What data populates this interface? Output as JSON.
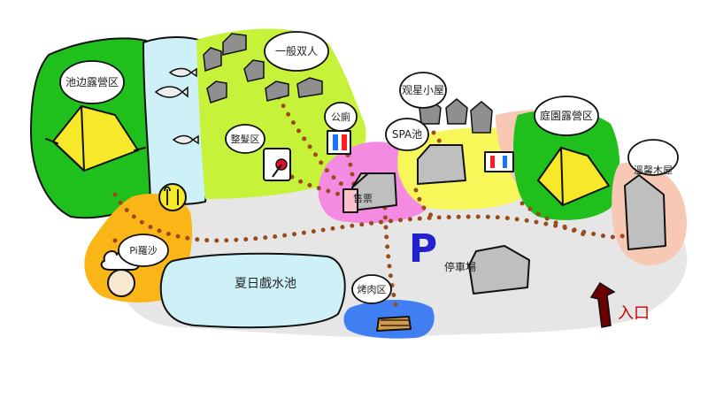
{
  "labels": {
    "poolside_campsite": "池边露營区",
    "general_house": "一般双人",
    "star_cabin": "观星小屋",
    "spa": "SPA池",
    "hair_salon": "整髮区",
    "restroom": "公廁",
    "reception": "售票",
    "garden_campsite": "庭園露營区",
    "warm_cabin": "溫馨木屋",
    "pizza": "Pi羅沙",
    "water_pool": "夏日戲水池",
    "parking_mark": "P",
    "parking": "停車場",
    "bbq": "烤肉区",
    "entrance": "入口"
  },
  "colors": {
    "campsite_green": "#1fbf1c",
    "lime": "#c6f23a",
    "river": "#cdf1f7",
    "path_gray": "#e6e6e6",
    "pink": "#f58ae3",
    "yellow": "#f7f75a",
    "salmon": "#f7c9b4",
    "orange": "#f9b616",
    "blue": "#3f7ff1",
    "tent": "#f5e92a",
    "path_dots": "#9b4a1a",
    "parking_p": "#2222cc",
    "arrow": "#6b0000",
    "restroom_male": "#1976ff",
    "restroom_female": "#ff1f1f",
    "heart": "#e01030"
  },
  "icons": [
    "tent-icon",
    "fish-icon",
    "house-icon",
    "hair-dryer-icon",
    "restroom-icon",
    "chef-icon",
    "bbq-grill-icon",
    "arrow-up-icon",
    "heart-icon"
  ]
}
